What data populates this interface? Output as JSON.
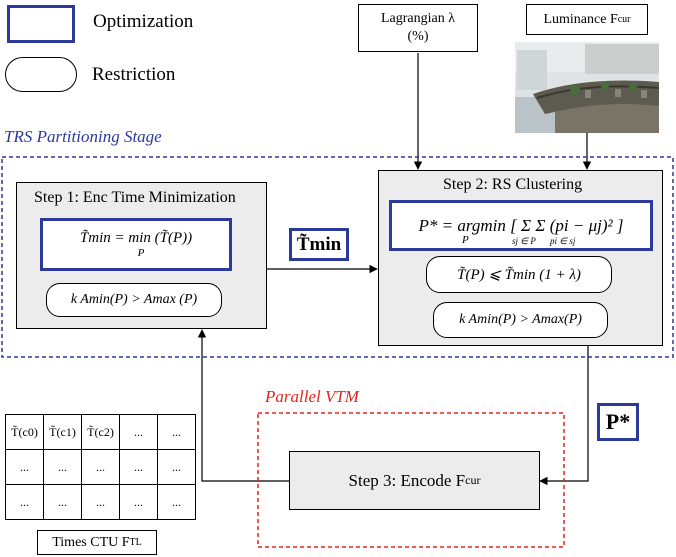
{
  "legend": {
    "optimization_label": "Optimization",
    "restriction_label": "Restriction"
  },
  "inputs": {
    "lagrangian_label": "Lagrangian λ",
    "lagrangian_unit": "(%)",
    "luminance_label": "Luminance F",
    "luminance_sub": "cur"
  },
  "trs_stage": {
    "title": "TRS Partitioning Stage",
    "step1": {
      "title": "Step 1: Enc Time Minimization",
      "objective": "T̃min = min (T̃(P))",
      "objective_under": "P",
      "constraint": "k Amin(P) > Amax (P)"
    },
    "step2": {
      "title": "Step 2: RS Clustering",
      "objective": "P* = argmin [ Σ Σ (pi − μj)² ]",
      "objective_under_argmin": "P",
      "objective_sum1_index": "sj ∈ P",
      "objective_sum2_index": "pi ∈ sj",
      "constraint1": "T̃(P) ⩽ T̃min (1 + λ)",
      "constraint2": "k Amin(P) > Amax(P)"
    },
    "tmin_label": "T̃min"
  },
  "parallel_vtm": {
    "title": "Parallel VTM",
    "step3": {
      "title_prefix": "Step 3: Encode F",
      "title_sub": "cur"
    },
    "pstar_label": "P*"
  },
  "ctu_table": {
    "rows": [
      [
        "T̃(c0)",
        "T̃(c1)",
        "T̃(c2)",
        "...",
        "..."
      ],
      [
        "...",
        "...",
        "...",
        "...",
        "..."
      ],
      [
        "...",
        "...",
        "...",
        "...",
        "..."
      ]
    ],
    "caption_prefix": "Times CTU F",
    "caption_sub": "TL"
  },
  "colors": {
    "optimization_blue": "#2b3a9b",
    "parallel_red": "#e0261c",
    "step_fill": "#ececec"
  }
}
